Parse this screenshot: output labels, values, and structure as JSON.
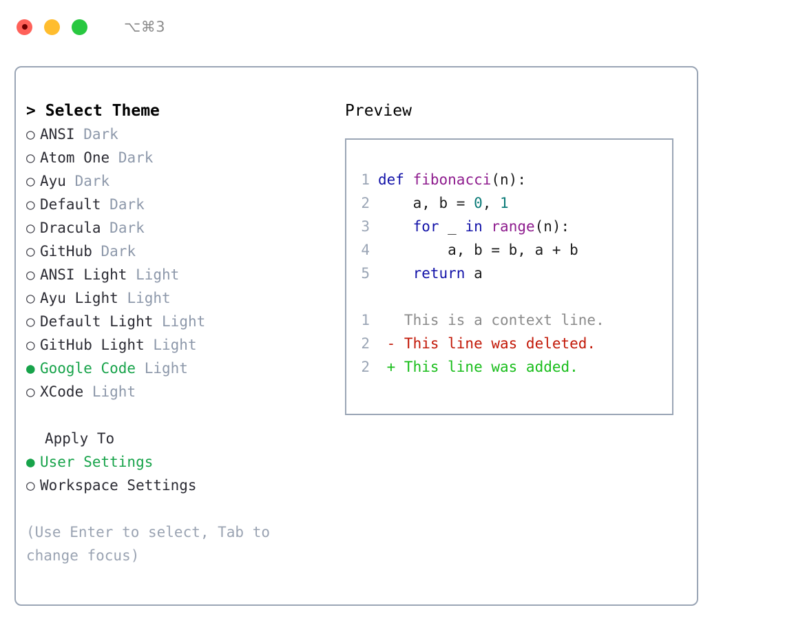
{
  "titlebar": {
    "shortcut": "⌥⌘3",
    "buttons": [
      {
        "name": "close",
        "color": "#ff6159"
      },
      {
        "name": "minimize",
        "color": "#ffbd2e"
      },
      {
        "name": "maximize",
        "color": "#28c840"
      }
    ]
  },
  "colors": {
    "accent_green": "#17a34a",
    "muted": "#8d98aa",
    "border": "#9aa5b5",
    "keyword": "#1212a8",
    "function": "#8e1c8e",
    "number": "#0a7a77",
    "diff_added": "#18bd1a",
    "diff_deleted": "#c21807",
    "diff_context": "#8a8a8a"
  },
  "menu": {
    "caret": ">",
    "title": "Select Theme",
    "bullet_on": "●",
    "bullet_off": "○",
    "themes": [
      {
        "name": "ANSI",
        "category": "Dark",
        "selected": false
      },
      {
        "name": "Atom One",
        "category": "Dark",
        "selected": false
      },
      {
        "name": "Ayu",
        "category": "Dark",
        "selected": false
      },
      {
        "name": "Default",
        "category": "Dark",
        "selected": false
      },
      {
        "name": "Dracula",
        "category": "Dark",
        "selected": false
      },
      {
        "name": "GitHub",
        "category": "Dark",
        "selected": false
      },
      {
        "name": "ANSI Light",
        "category": "Light",
        "selected": false
      },
      {
        "name": "Ayu Light",
        "category": "Light",
        "selected": false
      },
      {
        "name": "Default Light",
        "category": "Light",
        "selected": false
      },
      {
        "name": "GitHub Light",
        "category": "Light",
        "selected": false
      },
      {
        "name": "Google Code",
        "category": "Light",
        "selected": true
      },
      {
        "name": "XCode",
        "category": "Light",
        "selected": false
      }
    ]
  },
  "apply_to": {
    "title": "Apply To",
    "options": [
      {
        "name": "User Settings",
        "selected": true
      },
      {
        "name": "Workspace Settings",
        "selected": false
      }
    ]
  },
  "hint": "(Use Enter to select, Tab to change focus)",
  "preview": {
    "title": "Preview",
    "code_lines": [
      {
        "no": "1",
        "tokens": [
          {
            "t": "def",
            "c": "kw"
          },
          {
            "t": " ",
            "c": "plain"
          },
          {
            "t": "fibonacci",
            "c": "fn"
          },
          {
            "t": "(n):",
            "c": "punc"
          }
        ]
      },
      {
        "no": "2",
        "tokens": [
          {
            "t": "    a, b = ",
            "c": "plain"
          },
          {
            "t": "0",
            "c": "num"
          },
          {
            "t": ", ",
            "c": "plain"
          },
          {
            "t": "1",
            "c": "num"
          }
        ]
      },
      {
        "no": "3",
        "tokens": [
          {
            "t": "    ",
            "c": "plain"
          },
          {
            "t": "for",
            "c": "kw"
          },
          {
            "t": " _ ",
            "c": "plain"
          },
          {
            "t": "in",
            "c": "kw"
          },
          {
            "t": " ",
            "c": "plain"
          },
          {
            "t": "range",
            "c": "fn"
          },
          {
            "t": "(n):",
            "c": "punc"
          }
        ]
      },
      {
        "no": "4",
        "tokens": [
          {
            "t": "        a, b = b, a + b",
            "c": "plain"
          }
        ]
      },
      {
        "no": "5",
        "tokens": [
          {
            "t": "    ",
            "c": "plain"
          },
          {
            "t": "return",
            "c": "kw"
          },
          {
            "t": " a",
            "c": "plain"
          }
        ]
      }
    ],
    "diff_lines": [
      {
        "no": "1",
        "marker": " ",
        "text": "This is a context line.",
        "kind": "ctx"
      },
      {
        "no": "2",
        "marker": "-",
        "text": "This line was deleted.",
        "kind": "del"
      },
      {
        "no": "2",
        "marker": "+",
        "text": "This line was added.",
        "kind": "add"
      }
    ]
  }
}
